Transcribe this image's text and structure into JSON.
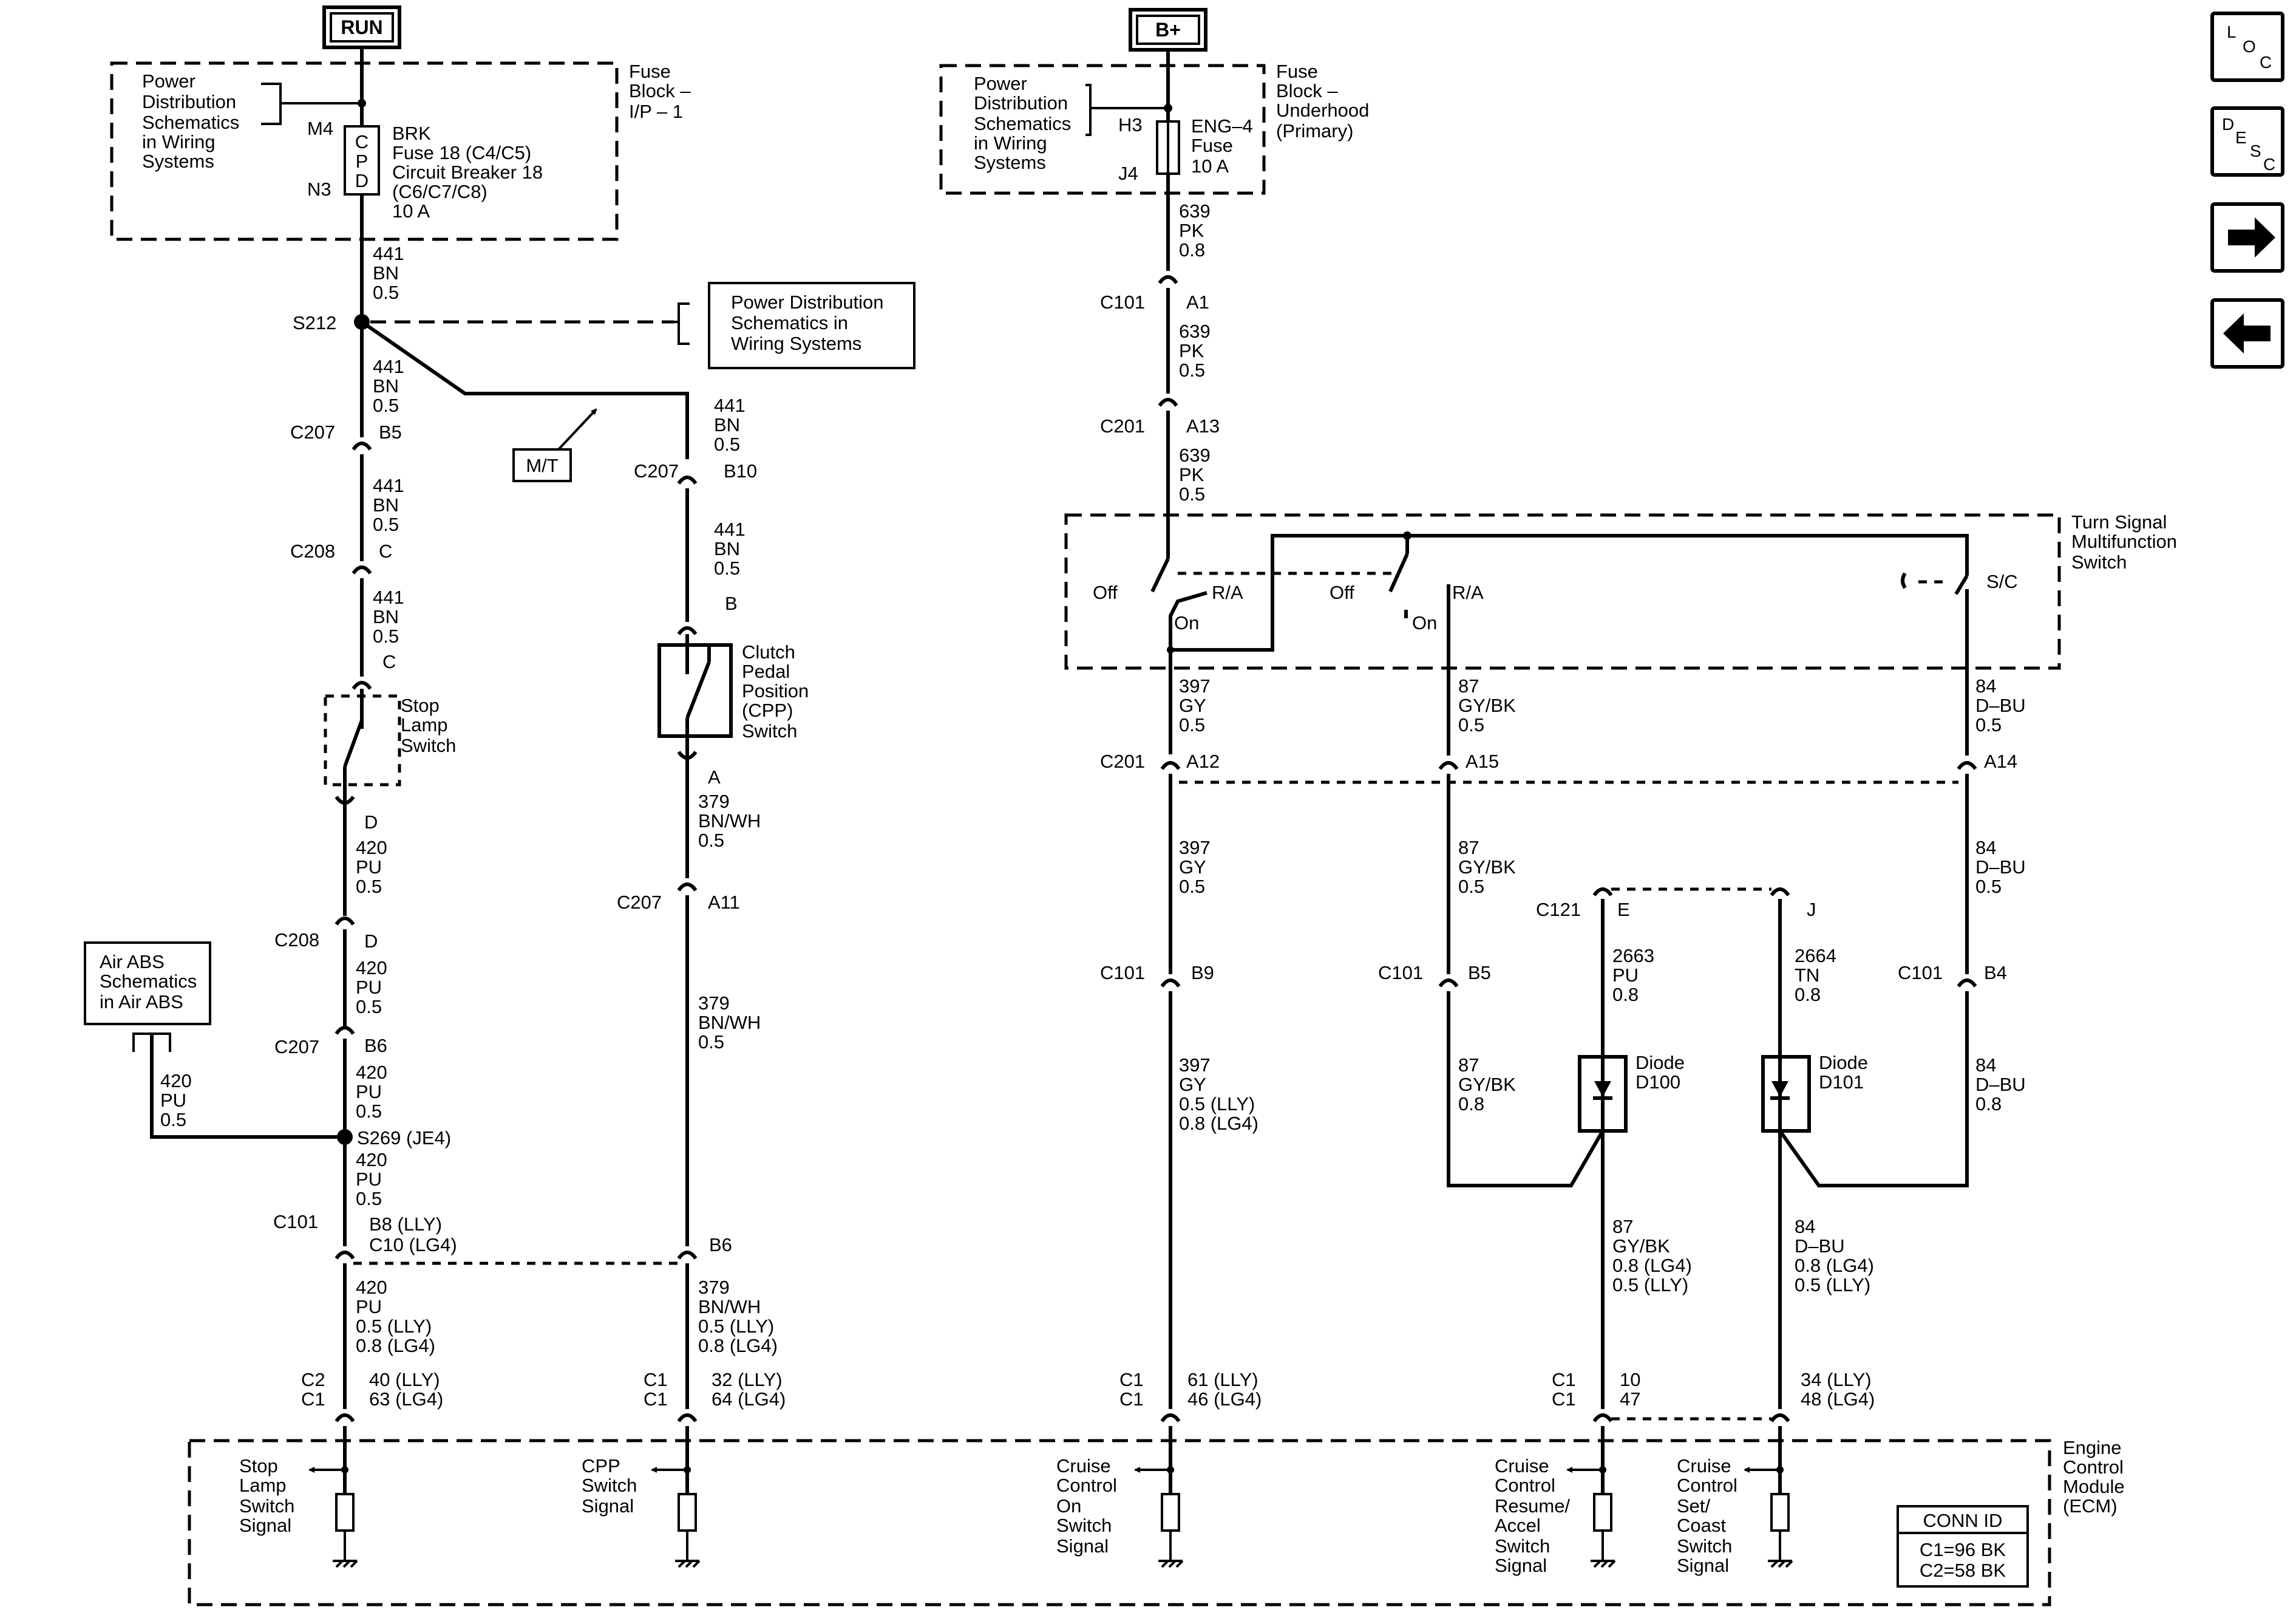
{
  "title_boxes": {
    "run": "RUN",
    "bplus": "B+"
  },
  "nav": {
    "loc": [
      "L",
      "O",
      "C"
    ],
    "desc": [
      "D",
      "E",
      "S",
      "C"
    ]
  },
  "fuse_block_ip": {
    "ref_lines": [
      "Power",
      "Distribution",
      "Schematics",
      "in Wiring",
      "Systems"
    ],
    "label_lines": [
      "Fuse",
      "Block –",
      "I/P – 1"
    ],
    "pin_top": "M4",
    "pin_bottom": "N3",
    "cpd": [
      "C",
      "P",
      "D"
    ],
    "fuse_lines": [
      "BRK",
      "Fuse 18 (C4/C5)",
      "Circuit Breaker 18",
      "(C6/C7/C8)",
      "10 A"
    ]
  },
  "fuse_block_underhood": {
    "ref_lines": [
      "Power",
      "Distribution",
      "Schematics",
      "in Wiring",
      "Systems"
    ],
    "label_lines": [
      "Fuse",
      "Block –",
      "Underhood",
      "(Primary)"
    ],
    "pin_top": "H3",
    "pin_bottom": "J4",
    "fuse_lines": [
      "ENG–4",
      "Fuse",
      "10 A"
    ]
  },
  "s212_ref_lines": [
    "Power Distribution",
    "Schematics in",
    "Wiring Systems"
  ],
  "mt_label": "M/T",
  "air_abs_lines": [
    "Air ABS",
    "Schematics",
    "in Air ABS"
  ],
  "wire_labels": {
    "w441_1": [
      "441",
      "BN",
      "0.5"
    ],
    "w441_2": [
      "441",
      "BN",
      "0.5"
    ],
    "w441_3": [
      "441",
      "BN",
      "0.5"
    ],
    "w441_4": [
      "441",
      "BN",
      "0.5"
    ],
    "w441_5": [
      "441",
      "BN",
      "0.5"
    ],
    "w441_6": [
      "441",
      "BN",
      "0.5"
    ],
    "w420_1": [
      "420",
      "PU",
      "0.5"
    ],
    "w420_2": [
      "420",
      "PU",
      "0.5"
    ],
    "w420_3": [
      "420",
      "PU",
      "0.5"
    ],
    "w420_abs": [
      "420",
      "PU",
      "0.5"
    ],
    "w420_4": [
      "420",
      "PU",
      "0.5"
    ],
    "w420_5": [
      "420",
      "PU",
      "0.5 (LLY)",
      "0.8 (LG4)"
    ],
    "w379_1": [
      "379",
      "BN/WH",
      "0.5"
    ],
    "w379_2": [
      "379",
      "BN/WH",
      "0.5"
    ],
    "w379_3": [
      "379",
      "BN/WH",
      "0.5 (LLY)",
      "0.8 (LG4)"
    ],
    "w639_1": [
      "639",
      "PK",
      "0.8"
    ],
    "w639_2": [
      "639",
      "PK",
      "0.5"
    ],
    "w639_3": [
      "639",
      "PK",
      "0.5"
    ],
    "w397_1": [
      "397",
      "GY",
      "0.5"
    ],
    "w397_2": [
      "397",
      "GY",
      "0.5"
    ],
    "w397_3": [
      "397",
      "GY",
      "0.5 (LLY)",
      "0.8 (LG4)"
    ],
    "w87_1": [
      "87",
      "GY/BK",
      "0.5"
    ],
    "w87_2": [
      "87",
      "GY/BK",
      "0.5"
    ],
    "w87_3": [
      "87",
      "GY/BK",
      "0.8"
    ],
    "w87_4": [
      "87",
      "GY/BK",
      "0.8 (LG4)",
      "0.5 (LLY)"
    ],
    "w84_1": [
      "84",
      "D–BU",
      "0.5"
    ],
    "w84_2": [
      "84",
      "D–BU",
      "0.5"
    ],
    "w84_3": [
      "84",
      "D–BU",
      "0.8"
    ],
    "w84_4": [
      "84",
      "D–BU",
      "0.8 (LG4)",
      "0.5 (LLY)"
    ],
    "w2663": [
      "2663",
      "PU",
      "0.8"
    ],
    "w2664": [
      "2664",
      "TN",
      "0.8"
    ]
  },
  "connectors": {
    "s212": "S212",
    "c207_b5": {
      "name": "C207",
      "pin": "B5"
    },
    "c208_c": {
      "name": "C208",
      "pin": "C"
    },
    "stop_c": "C",
    "stop_d": "D",
    "c208_d": {
      "name": "C208",
      "pin": "D"
    },
    "c207_b6": {
      "name": "C207",
      "pin": "B6"
    },
    "s269": "S269 (JE4)",
    "c101_left": {
      "name": "C101",
      "pin_lines": [
        "B8 (LLY)",
        "C10 (LG4)"
      ]
    },
    "c207_b10": {
      "name": "C207",
      "pin": "B10"
    },
    "cpp_b": "B",
    "cpp_a": "A",
    "c207_a11": {
      "name": "C207",
      "pin": "A11"
    },
    "c101_b6": "B6",
    "c101_a1": {
      "name": "C101",
      "pin": "A1"
    },
    "c201_a13": {
      "name": "C201",
      "pin": "A13"
    },
    "c201_a12": {
      "name": "C201",
      "pin": "A12"
    },
    "a15": "A15",
    "a14": "A14",
    "c101_b9": {
      "name": "C101",
      "pin": "B9"
    },
    "c101_b5": {
      "name": "C101",
      "pin": "B5"
    },
    "c101_b4": {
      "name": "C101",
      "pin": "B4"
    },
    "c121": {
      "name": "C121",
      "pin_e": "E",
      "pin_j": "J"
    }
  },
  "components": {
    "stop_lamp_switch": [
      "Stop",
      "Lamp",
      "Switch"
    ],
    "cpp_switch": [
      "Clutch",
      "Pedal",
      "Position",
      "(CPP)",
      "Switch"
    ],
    "turn_signal_switch": [
      "Turn Signal",
      "Multifunction",
      "Switch"
    ],
    "switch_off_1": "Off",
    "switch_ra_1": "R/A",
    "switch_on_1": "On",
    "switch_off_2": "Off",
    "switch_ra_2": "R/A",
    "switch_on_2": "On",
    "switch_sc": "S/C",
    "diode_d100": [
      "Diode",
      "D100"
    ],
    "diode_d101": [
      "Diode",
      "D101"
    ]
  },
  "ecm": {
    "label_lines": [
      "Engine",
      "Control",
      "Module",
      "(ECM)"
    ],
    "conn_id_title": "CONN ID",
    "conn_id_lines": [
      "C1=96 BK",
      "C2=58 BK"
    ],
    "pins": {
      "stop": {
        "conn": [
          "C2",
          "C1"
        ],
        "pin": [
          "40 (LLY)",
          "63 (LG4)"
        ]
      },
      "cpp": {
        "conn": [
          "C1",
          "C1"
        ],
        "pin": [
          "32 (LLY)",
          "64 (LG4)"
        ]
      },
      "cruise_on": {
        "conn": [
          "C1",
          "C1"
        ],
        "pin": [
          "61 (LLY)",
          "46 (LG4)"
        ]
      },
      "resume": {
        "conn": [
          "C1",
          "C1"
        ],
        "pin": [
          "10",
          "47"
        ]
      },
      "set": {
        "conn": [
          "C1",
          "C1"
        ],
        "pin": [
          "34 (LLY)",
          "48 (LG4)"
        ]
      }
    },
    "signals": {
      "stop": [
        "Stop",
        "Lamp",
        "Switch",
        "Signal"
      ],
      "cpp": [
        "CPP",
        "Switch",
        "Signal"
      ],
      "cruise_on": [
        "Cruise",
        "Control",
        "On",
        "Switch",
        "Signal"
      ],
      "resume": [
        "Cruise",
        "Control",
        "Resume/",
        "Accel",
        "Switch",
        "Signal"
      ],
      "set": [
        "Cruise",
        "Control",
        "Set/",
        "Coast",
        "Switch",
        "Signal"
      ]
    }
  }
}
